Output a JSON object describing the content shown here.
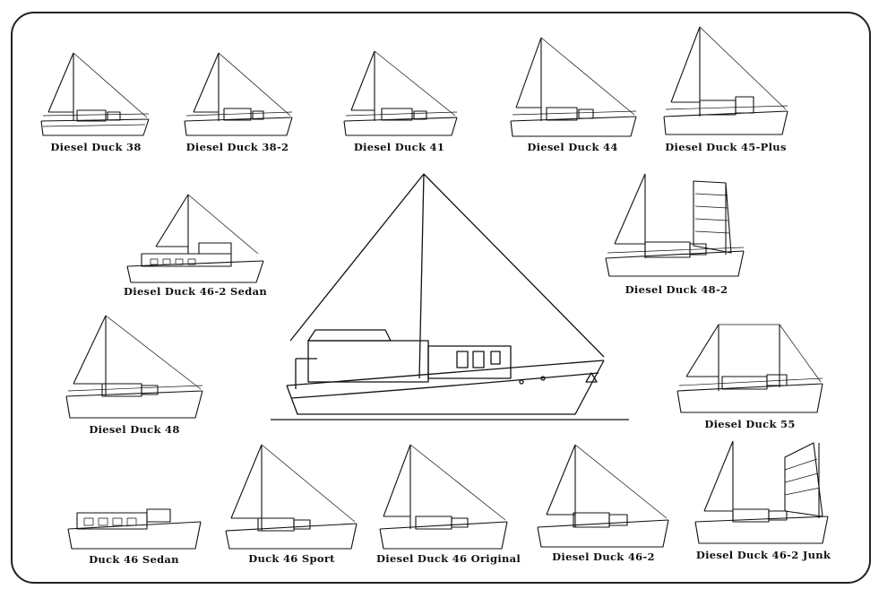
{
  "boats": [
    {
      "id": "dd38",
      "label": "Diesel Duck 38"
    },
    {
      "id": "dd38-2",
      "label": "Diesel Duck 38-2"
    },
    {
      "id": "dd41",
      "label": "Diesel Duck 41"
    },
    {
      "id": "dd44",
      "label": "Diesel Duck 44"
    },
    {
      "id": "dd45plus",
      "label": "Diesel Duck 45-Plus"
    },
    {
      "id": "dd46-2-sedan",
      "label": "Diesel Duck 46-2 Sedan"
    },
    {
      "id": "dd48-2",
      "label": "Diesel Duck 48-2"
    },
    {
      "id": "dd48",
      "label": "Diesel Duck 48"
    },
    {
      "id": "dd55",
      "label": "Diesel Duck 55"
    },
    {
      "id": "d46-sedan",
      "label": "Duck 46 Sedan"
    },
    {
      "id": "d46-sport",
      "label": "Duck 46 Sport"
    },
    {
      "id": "dd46-original",
      "label": "Diesel Duck 46 Original"
    },
    {
      "id": "dd46-2",
      "label": "Diesel Duck 46-2"
    },
    {
      "id": "dd46-2-junk",
      "label": "Diesel Duck 46-2 Junk"
    }
  ]
}
